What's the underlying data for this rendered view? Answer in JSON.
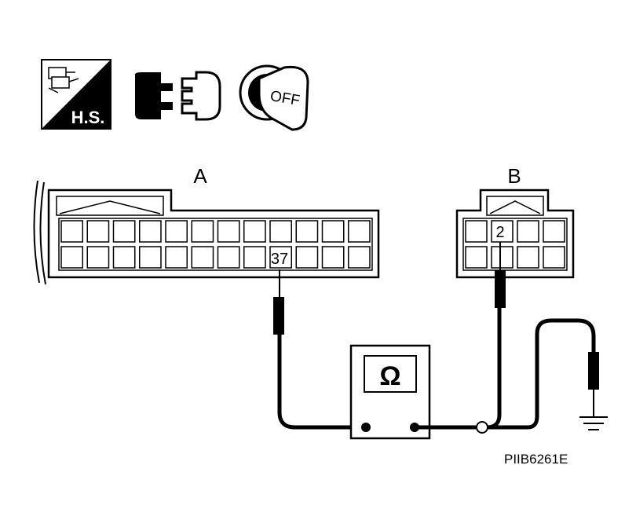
{
  "icons": {
    "harness_badge_text": "H.S.",
    "ignition_text": "OFF",
    "names": [
      "harness-service-icon",
      "connector-disconnect-icon",
      "ignition-key-off-icon"
    ]
  },
  "connector_a": {
    "label": "A",
    "terminal": "37"
  },
  "connector_b": {
    "label": "B",
    "terminal": "2"
  },
  "meter": {
    "symbol": "Ω"
  },
  "figure_code": "PIIB6261E"
}
